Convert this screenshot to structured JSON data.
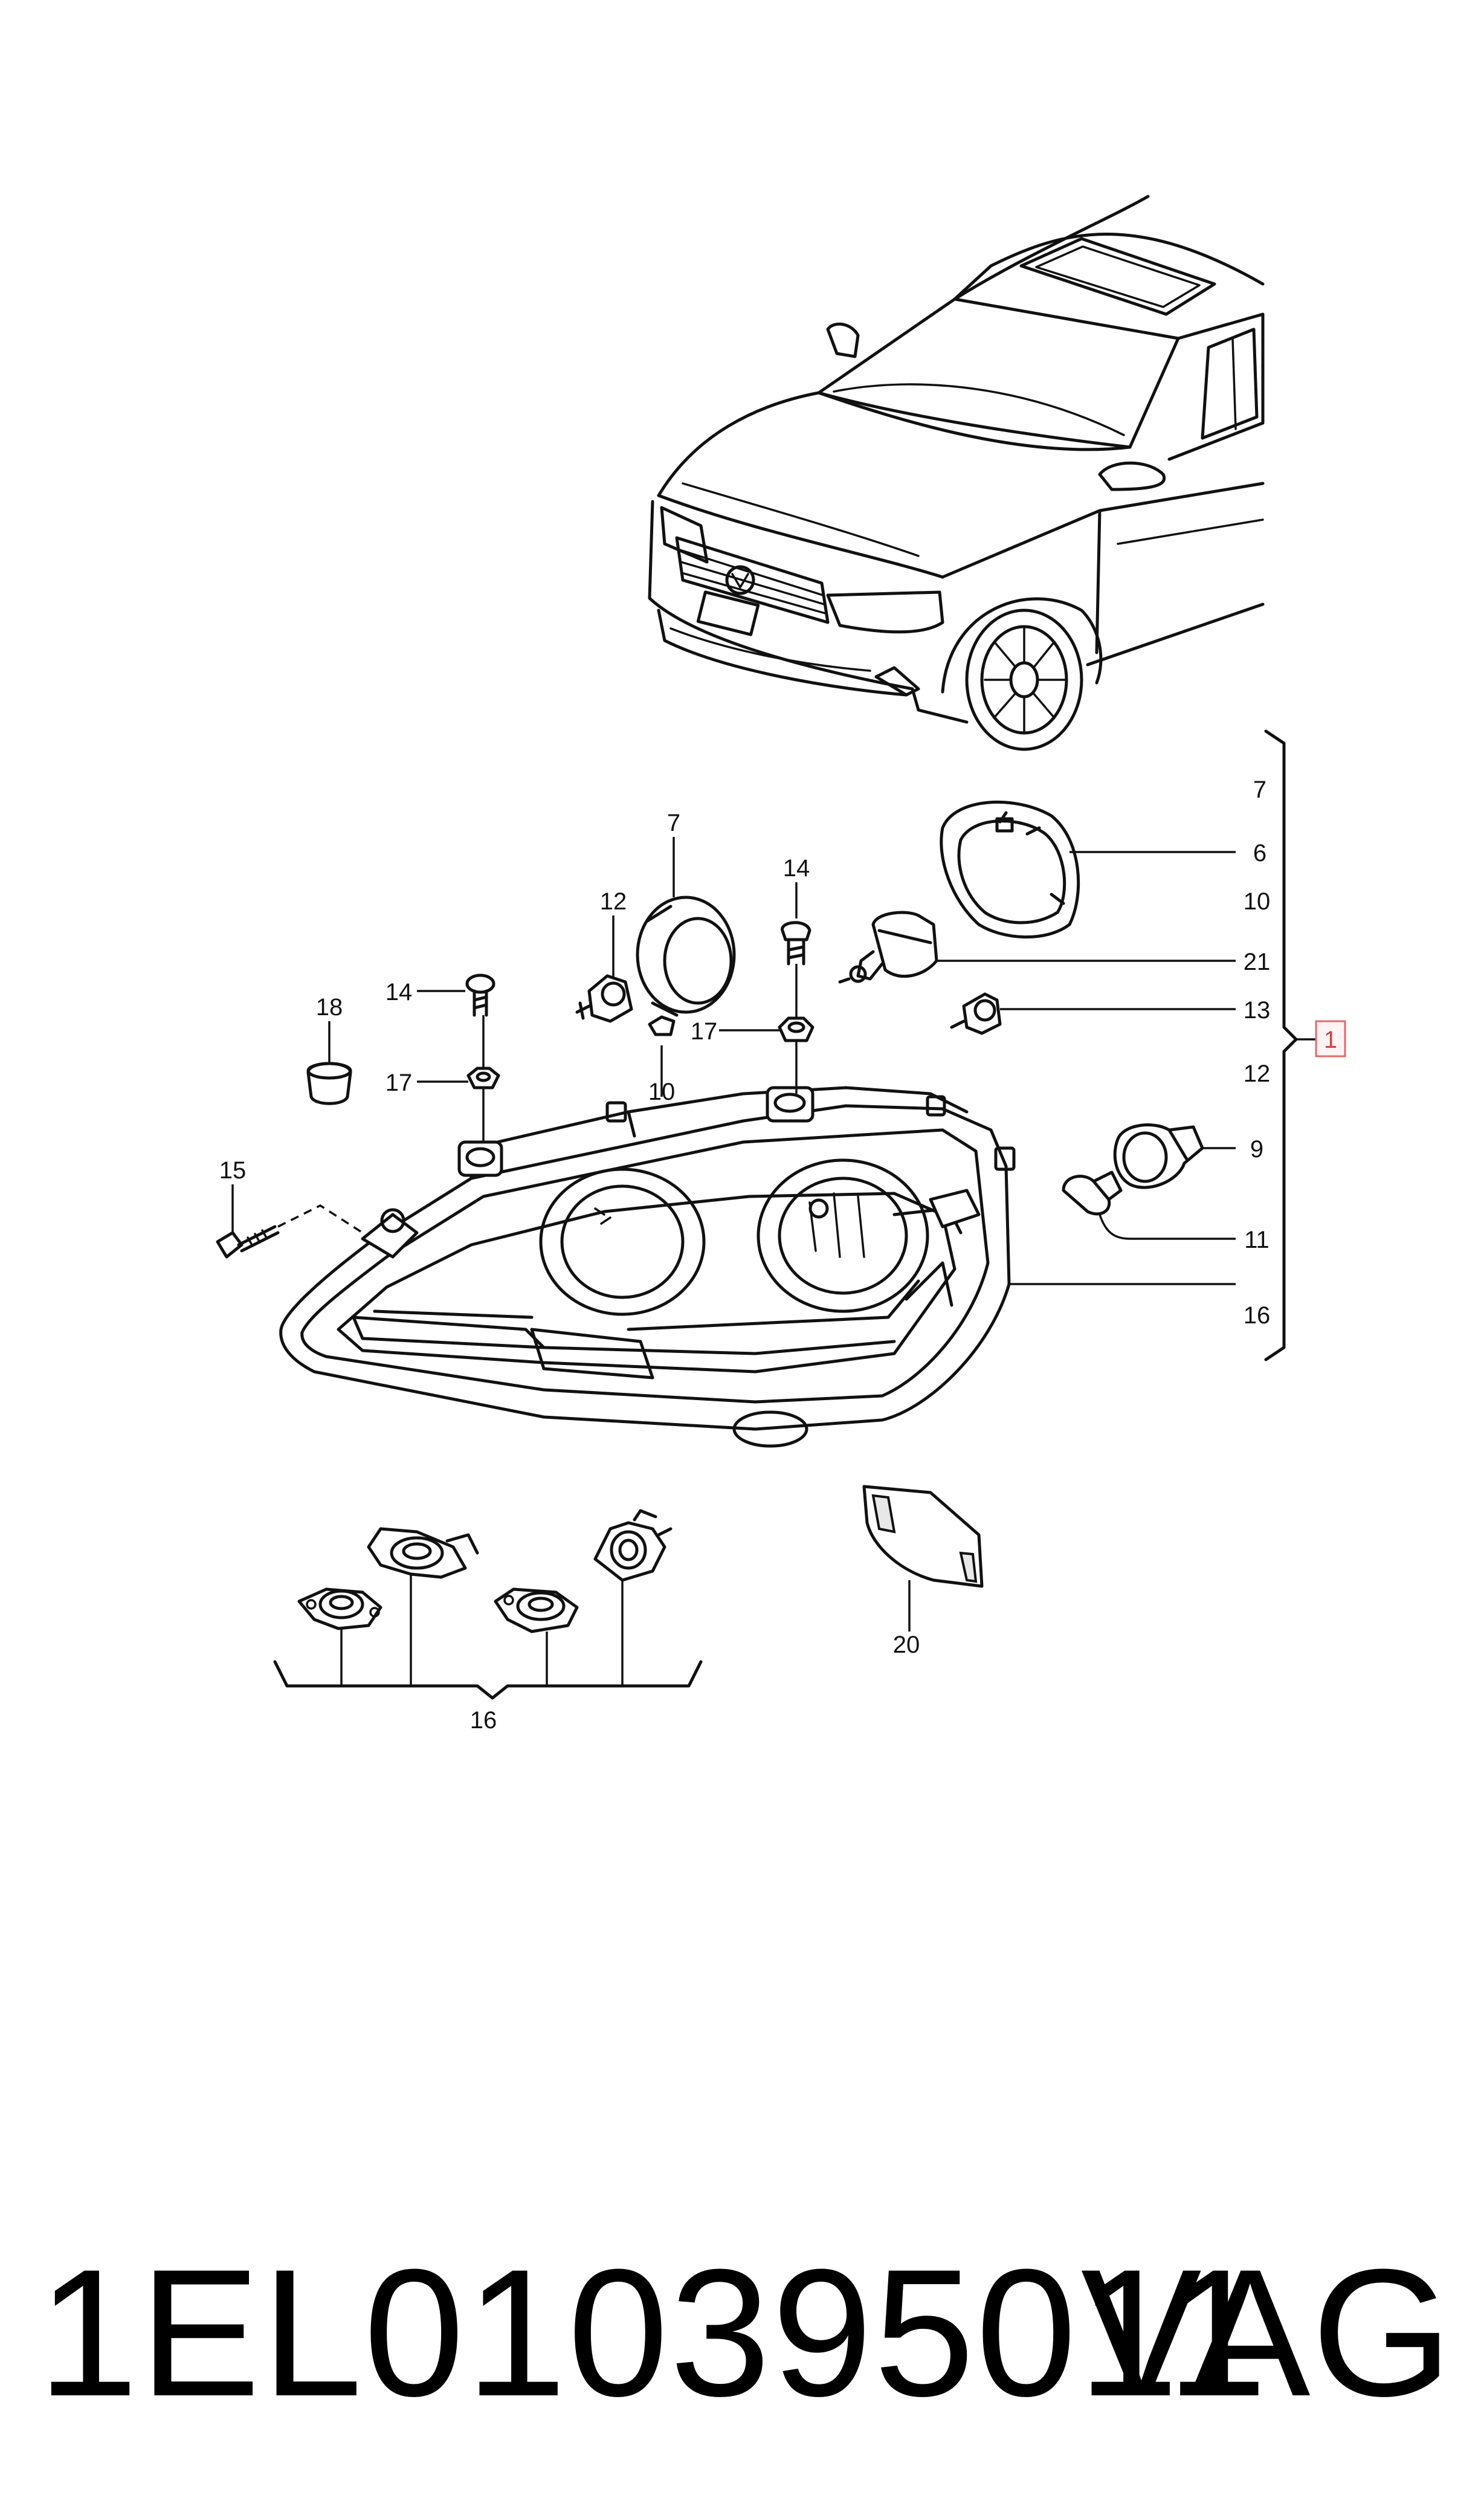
{
  "footer": {
    "part_number": "1EL010395011",
    "brand": "VAG"
  },
  "callout": {
    "assembly": "1"
  },
  "labels": {
    "l7_left": "7",
    "l12_left": "12",
    "l14_left": "14",
    "l17_left": "17",
    "l18": "18",
    "l15": "15",
    "l10_left": "10",
    "l14_mid": "14",
    "l17_mid": "17",
    "r7": "7",
    "r6": "6",
    "r10": "10",
    "r21": "21",
    "r13": "13",
    "r12": "12",
    "r9": "9",
    "r11": "11",
    "r16": "16",
    "b16": "16",
    "b20": "20"
  },
  "colors": {
    "line": "#111111",
    "callout_border": "#e06a6a",
    "callout_text": "#cc4444"
  }
}
